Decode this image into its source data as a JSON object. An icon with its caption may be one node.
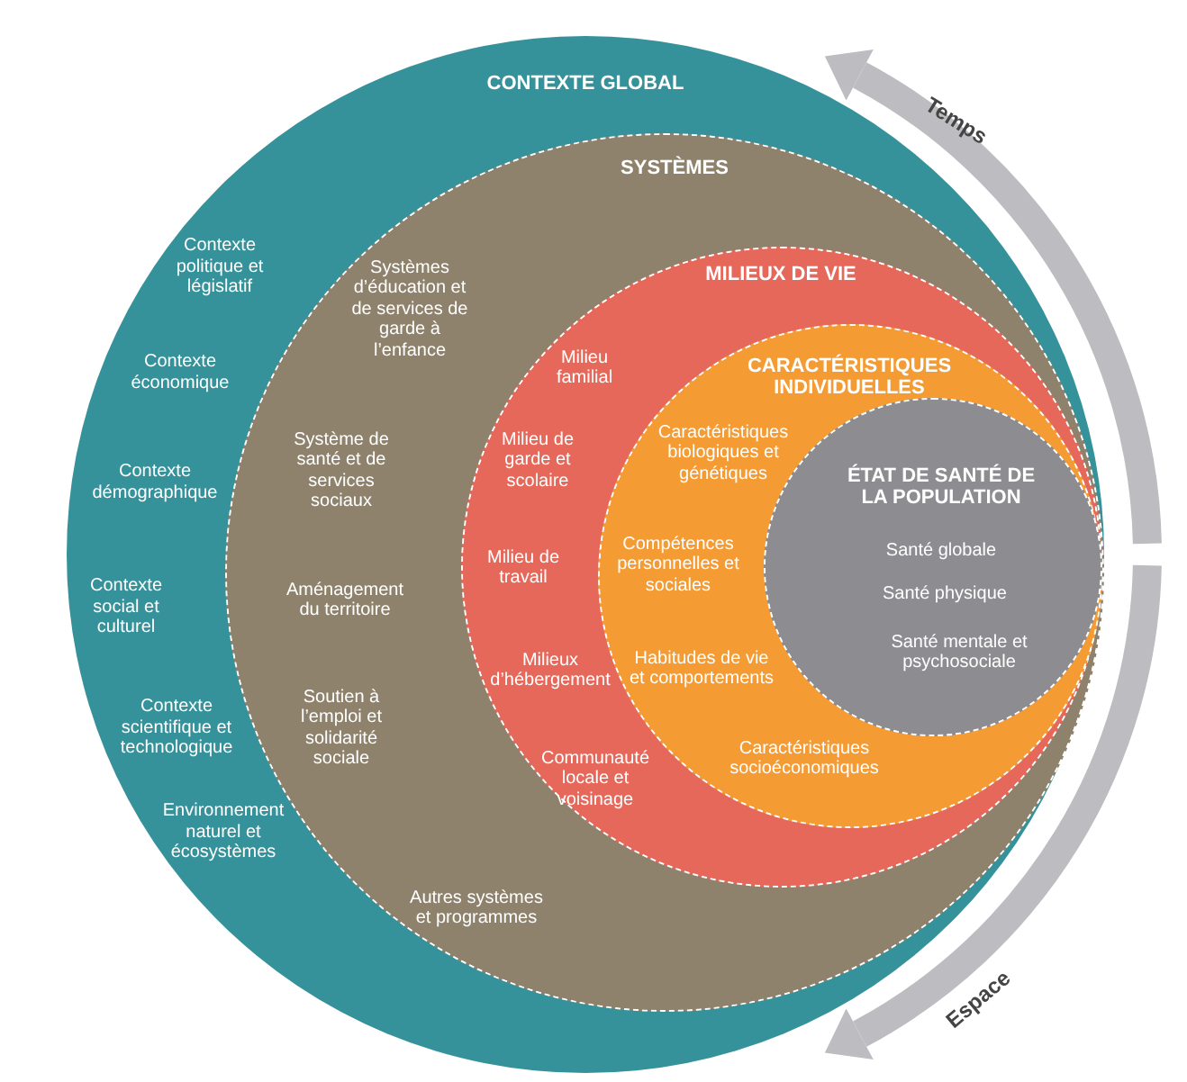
{
  "diagram": {
    "nodes": [
      {
        "text": [
          "CONTEXTE GLOBAL",
          "Contexte politique et législatif",
          "Contexte économique",
          "Contexte démographique",
          "Contexte social et culturel",
          "Contexte scientifique et technologique",
          "Environnement naturel et écosystèmes"
        ]
      },
      {
        "text": [
          "SYSTÈMES",
          "Systèmes d’éducation et de services de garde à l’enfance",
          "Système de santé et de services sociaux",
          "Aménagement du territoire",
          "Soutien à l’emploi et solidarité sociale",
          "Autres systèmes et programmes"
        ],
        "in": 0
      },
      {
        "text": [
          "MILIEUX DE VIE",
          "Milieu familial",
          "Milieu de garde et scolaire",
          "Milieu de travail",
          "Milieux d’hébergement",
          "Communauté locale et voisinage"
        ],
        "in": 1
      },
      {
        "text": [
          "CARACTÉRISTIQUES INDIVIDUELLES",
          "Caractéristiques biologiques et génétiques",
          "Compétences personnelles et sociales",
          "Habitudes de vie et comportements",
          "Caractéristiques socioéconomiques"
        ],
        "in": 2
      },
      {
        "text": [
          "ÉTAT DE SANTÉ DE LA POPULATION",
          "Santé globale",
          "Santé physique",
          "Santé mentale et psychosociale"
        ],
        "in": 3
      }
    ],
    "labels": [
      "Temps",
      "Espace"
    ]
  }
}
